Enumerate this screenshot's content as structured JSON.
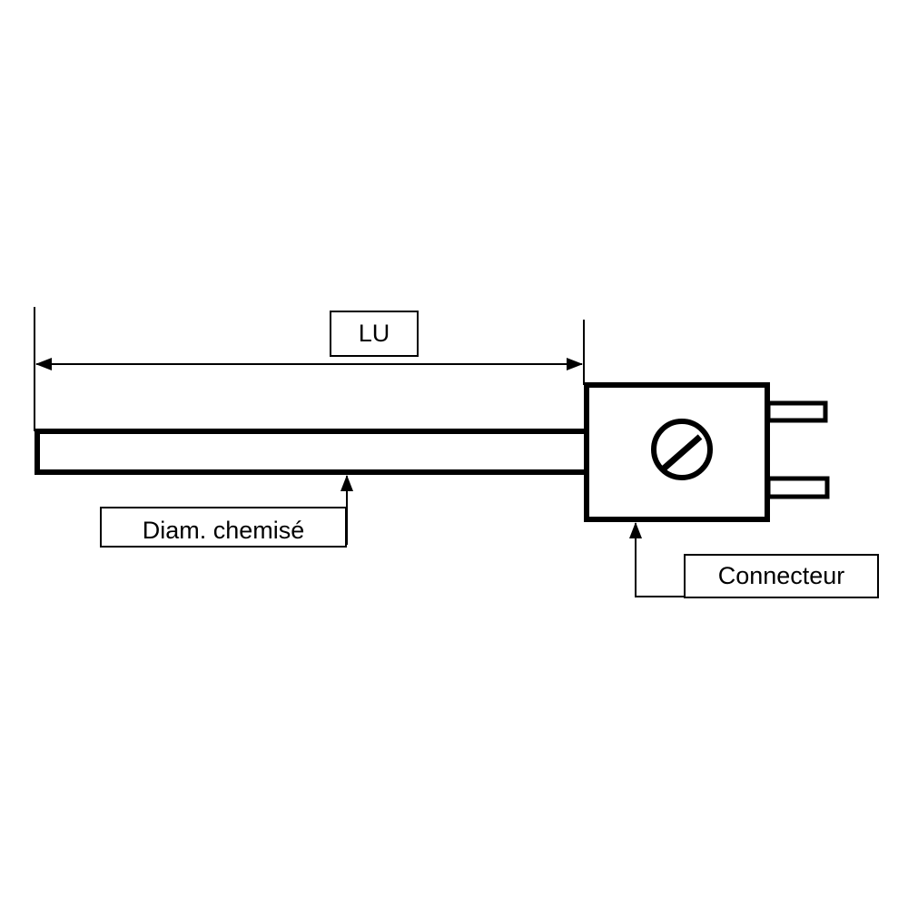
{
  "labels": {
    "length": "LU",
    "sheath_diameter": "Diam. chemisé",
    "connector": "Connecteur"
  },
  "colors": {
    "stroke": "#000000",
    "background": "#ffffff"
  }
}
